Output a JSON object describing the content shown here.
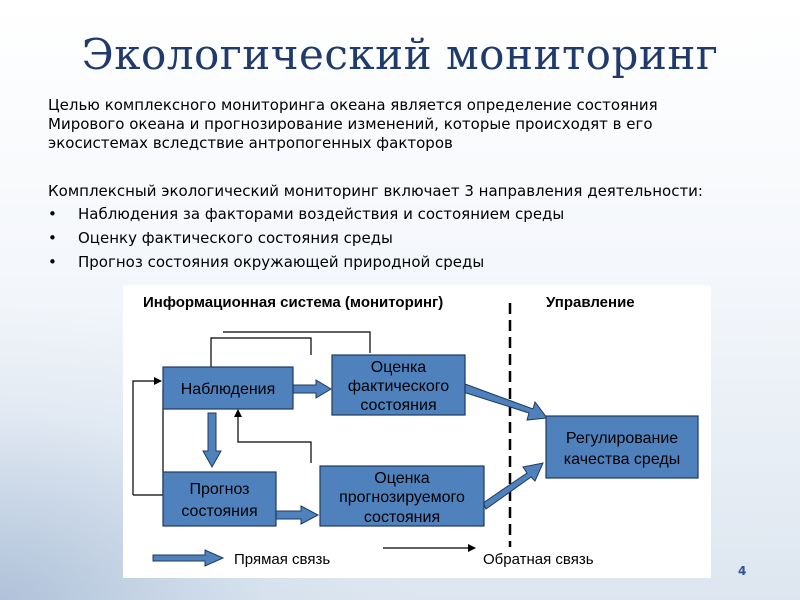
{
  "slide": {
    "title": "Экологический мониторинг",
    "paragraph_lines": [
      "Целью комплексного мониторинга океана является определение состояния",
      "Мирового океана и прогнозирование изменений, которые происходят в его",
      "экосистемах вследствие антропогенных факторов"
    ],
    "intro": "Комплексный экологический мониторинг включает 3 направления деятельности:",
    "bullets": [
      "Наблюдения за факторами воздействия и состоянием среды",
      "Оценку фактического состояния среды",
      "Прогноз состояния окружающей природной среды"
    ],
    "page_number": "4"
  },
  "diagram": {
    "header_left": "Информационная система (мониторинг)",
    "header_right": "Управление",
    "boxes": {
      "observation": [
        "Наблюдения"
      ],
      "actual_assessment": [
        "Оценка",
        "фактического",
        "состояния"
      ],
      "regulation": [
        "Регулирование",
        "качества среды"
      ],
      "forecast": [
        "Прогноз",
        "состояния"
      ],
      "forecast_assessment": [
        "Оценка",
        "прогнозируемого",
        "состояния"
      ]
    },
    "legend": {
      "direct": "Прямая связь",
      "feedback": "Обратная связь"
    },
    "colors": {
      "box_fill": "#4f81bd",
      "box_border": "#1f3a5f",
      "arrow_fill": "#4f81bd",
      "title": "#1f3a6b"
    }
  }
}
